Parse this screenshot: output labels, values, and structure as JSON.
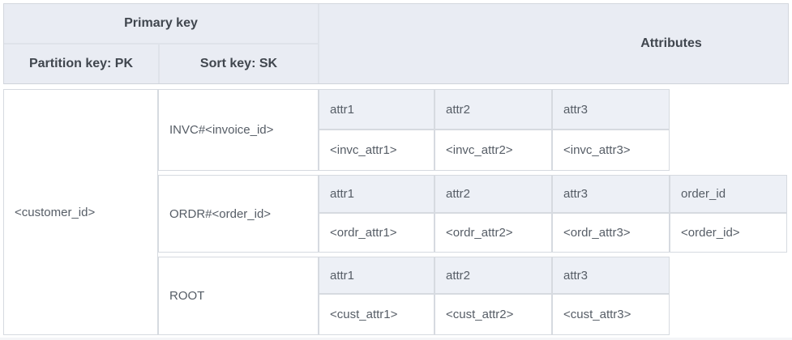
{
  "table": {
    "header": {
      "primary_key": "Primary key",
      "partition_key": "Partition key: PK",
      "sort_key": "Sort key: SK",
      "attributes": "Attributes"
    },
    "partition_value": "<customer_id>",
    "groups": [
      {
        "sort_key": "INVC#<invoice_id>",
        "attr_headers": [
          "attr1",
          "attr2",
          "attr3"
        ],
        "attr_values": [
          "<invc_attr1>",
          "<invc_attr2>",
          "<invc_attr3>"
        ]
      },
      {
        "sort_key": "ORDR#<order_id>",
        "attr_headers": [
          "attr1",
          "attr2",
          "attr3",
          "order_id"
        ],
        "attr_values": [
          "<ordr_attr1>",
          "<ordr_attr2>",
          "<ordr_attr3>",
          "<order_id>"
        ]
      },
      {
        "sort_key": "ROOT",
        "attr_headers": [
          "attr1",
          "attr2",
          "attr3"
        ],
        "attr_values": [
          "<cust_attr1>",
          "<cust_attr2>",
          "<cust_attr3>"
        ]
      }
    ],
    "colors": {
      "header_bg": "#e9ecf3",
      "attr_header_bg": "#edf0f6",
      "cell_border": "#d6dae0",
      "header_divider": "#dfe3ea",
      "body_text": "#565d66",
      "heading_text": "#40464e"
    }
  }
}
